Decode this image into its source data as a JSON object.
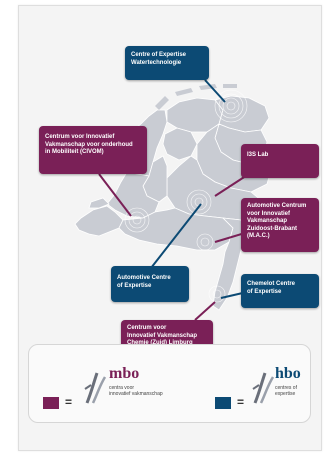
{
  "callouts": {
    "water": {
      "lines": [
        "Centre of Expertise",
        "Watertechnologie"
      ],
      "color": "#0c4a74"
    },
    "civom": {
      "lines": [
        "Centrum voor Innovatief",
        "Vakmanschap voor onderhoud",
        "in Mobiliteit (CIVOM)"
      ],
      "color": "#7a2057"
    },
    "i3s": {
      "lines": [
        "I3S Lab"
      ],
      "color": "#7a2057"
    },
    "mac": {
      "lines": [
        "Automotive Centrum",
        "voor Innovatief",
        "Vakmanschap",
        "Zuidoost-Brabant",
        "(M.A.C.)"
      ],
      "color": "#7a2057"
    },
    "auto_coe": {
      "lines": [
        "Automotive Centre",
        "of Expertise"
      ],
      "color": "#0c4a74"
    },
    "chemelot": {
      "lines": [
        "Chemelot Centre",
        "of Expertise"
      ],
      "color": "#0c4a74"
    },
    "chemie": {
      "lines": [
        "Centrum voor",
        "Innovatief Vakmanschap",
        "Chemie (Zuid) Limburg"
      ],
      "color": "#7a2057"
    }
  },
  "legend": {
    "mbo": {
      "swatch": "#7a2057",
      "equals": "=",
      "word": "mbo",
      "sub": [
        "centra voor",
        "innovatief vakmanschap"
      ],
      "icon": "mbo-logo-icon"
    },
    "hbo": {
      "swatch": "#0c4a74",
      "equals": "=",
      "word": "hbo",
      "sub": [
        "centres of",
        "expertise"
      ],
      "icon": "hbo-logo-icon"
    }
  },
  "map_colors": {
    "land": "#c9ccd3",
    "border": "#ffffff",
    "background": "#f4f4f4"
  }
}
